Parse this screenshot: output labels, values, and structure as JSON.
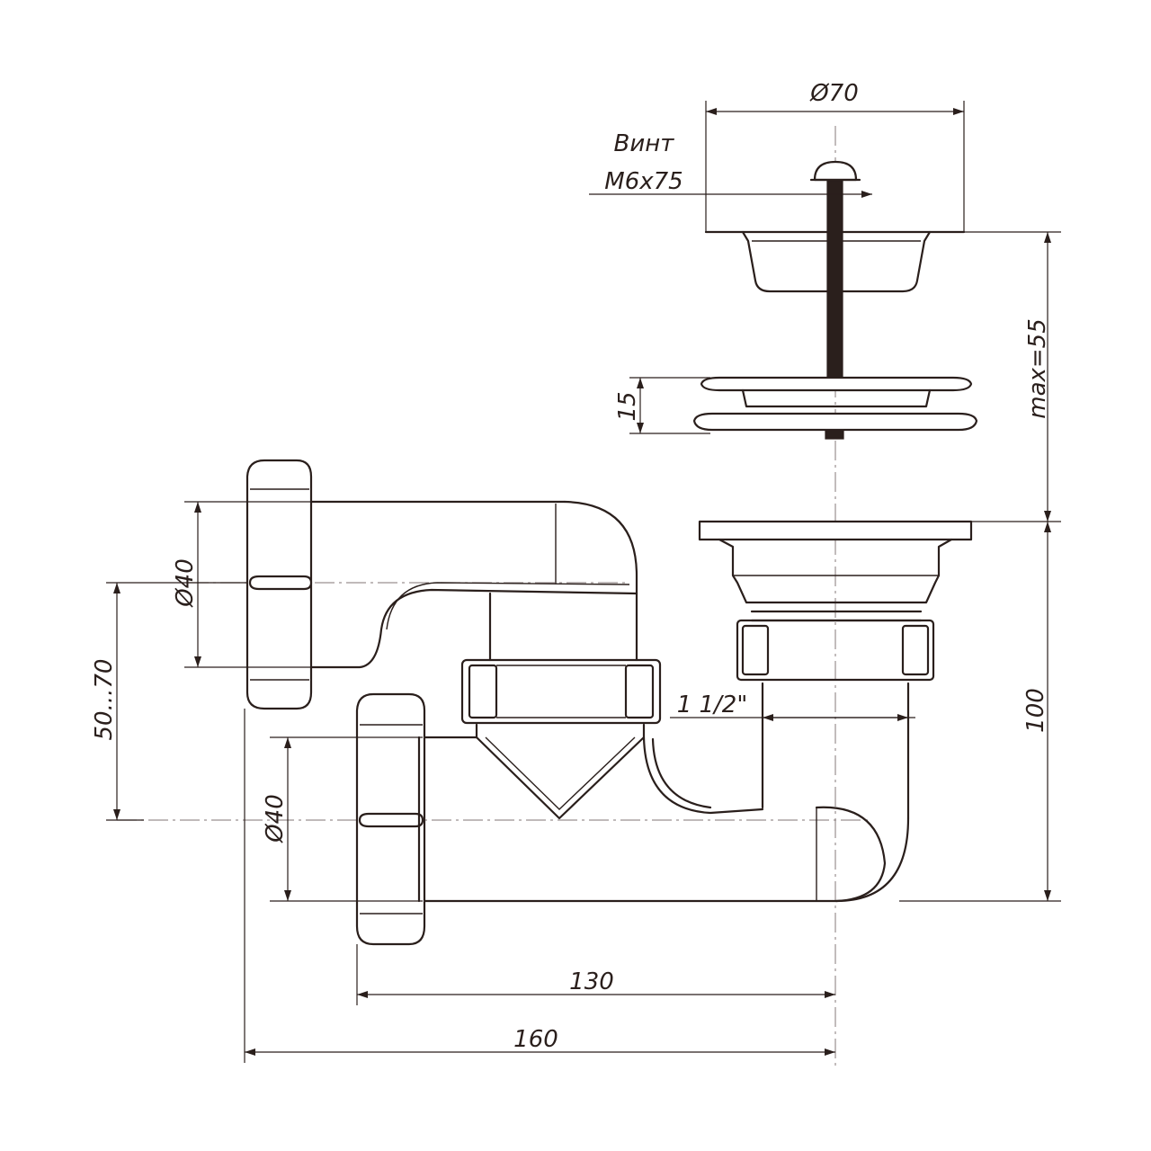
{
  "labels": {
    "dia_top": "Ø70",
    "screw_word": "Винт",
    "screw_size": "M6x75",
    "max": "max=55",
    "h15": "15",
    "dia_upper": "Ø40",
    "range": "50...70",
    "thread": "1 1/2\"",
    "h100": "100",
    "dia_lower": "Ø40",
    "w130": "130",
    "w160": "160"
  },
  "colors": {
    "line": "#2a1f1c",
    "axis": "#9a9090",
    "background": "#ffffff"
  }
}
